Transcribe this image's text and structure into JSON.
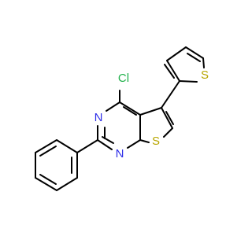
{
  "structure": {
    "atoms": {
      "chlorine": "Cl",
      "nitrogen_upper": "N",
      "nitrogen_lower": "N",
      "sulfur_fused_ring": "S",
      "sulfur_thiophene": "S"
    },
    "colors": {
      "bonds": "#000000",
      "chlorine": "#22b14c",
      "nitrogen": "#2f2fe8",
      "sulfur": "#b8a600"
    }
  }
}
